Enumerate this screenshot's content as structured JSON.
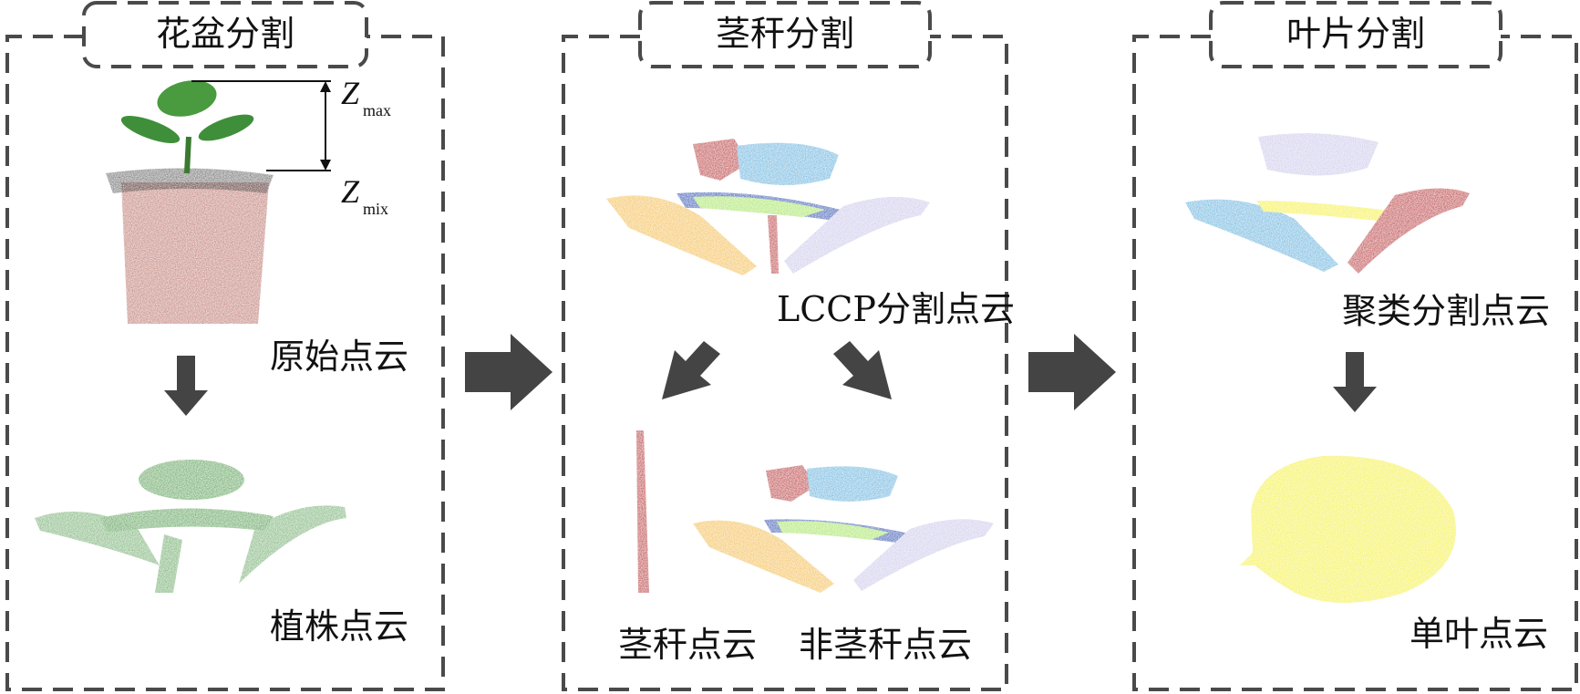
{
  "panels": [
    {
      "title": "花盆分割",
      "labels": {
        "original": "原始点云",
        "plant": "植株点云"
      },
      "z_max": {
        "letter": "Z",
        "sub": "max"
      },
      "z_min": {
        "letter": "Z",
        "sub": "mix"
      }
    },
    {
      "title": "茎秆分割",
      "labels": {
        "lccp": "LCCP分割点云",
        "stem": "茎秆点云",
        "nonstem": "非茎秆点云"
      }
    },
    {
      "title": "叶片分割",
      "labels": {
        "cluster": "聚类分割点云",
        "leaf": "单叶点云"
      }
    }
  ],
  "colors": {
    "frame": "#4a4a4a",
    "arrow": "#444444",
    "pot": "#b4655c",
    "soil": "#6b6b6b",
    "plant_green": "#3f8f3a",
    "seg_red": "#b0282a",
    "seg_blue": "#52a7d8",
    "seg_orange": "#f2b33a",
    "seg_lavender": "#c3bfe6",
    "seg_lime": "#97e04a",
    "seg_darkblue": "#1e3fa8",
    "seg_yellow": "#f3ee2a"
  }
}
